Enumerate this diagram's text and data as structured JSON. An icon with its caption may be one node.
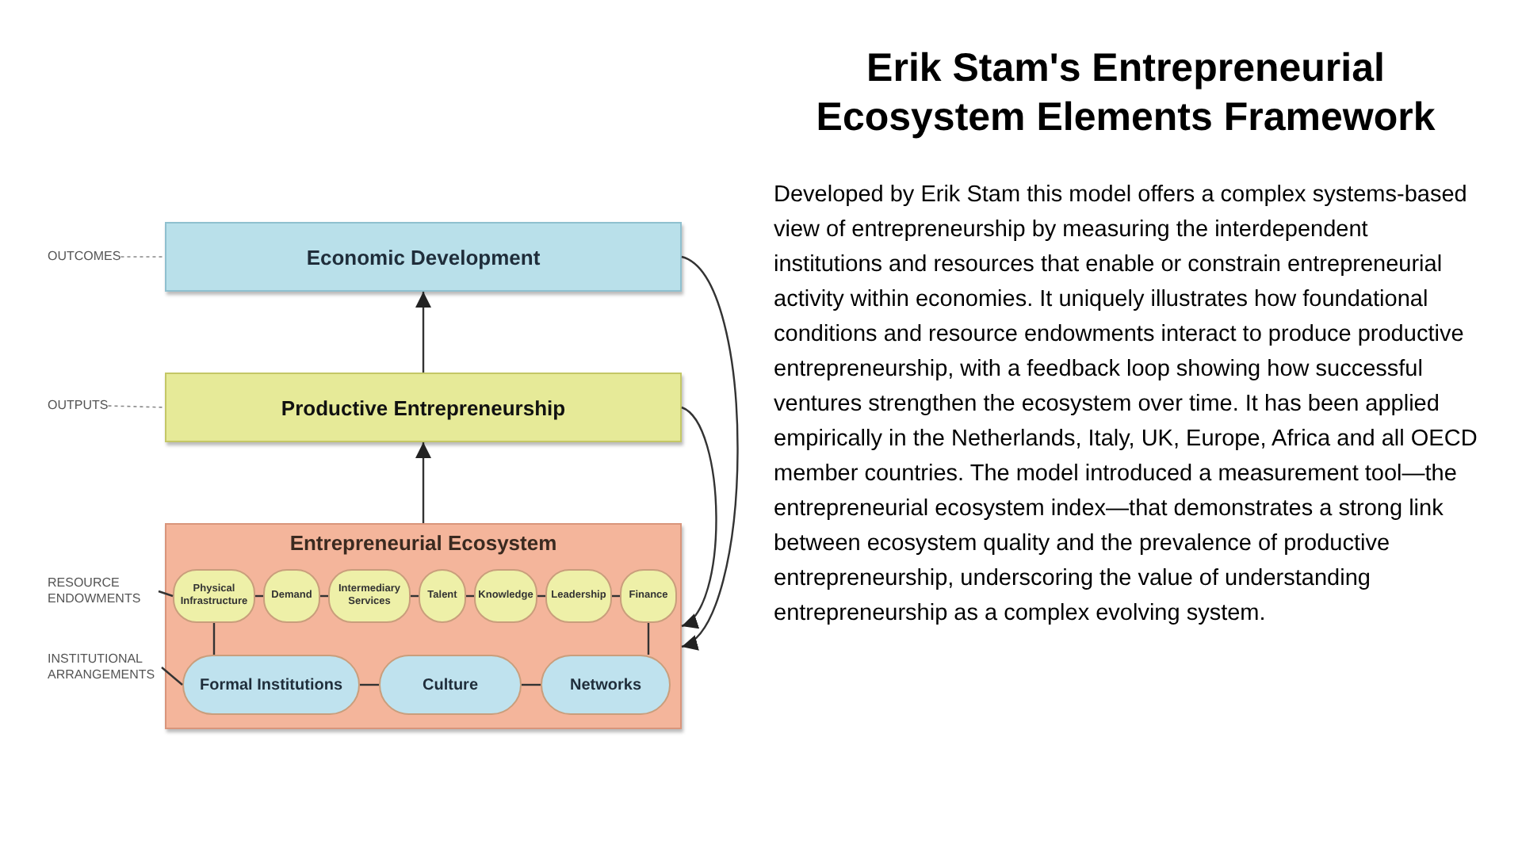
{
  "diagram": {
    "title": "Erik Stam's Entrepreneurial Ecosystem Elements Framework",
    "caption": "Developed by Erik Stam this model offers a complex systems-based view of entrepreneurship by measuring the interdependent institutions and resources that enable or constrain entrepreneurial activity within economies. It uniquely illustrates how foundational conditions and resource endowments interact to produce productive entrepreneurship, with a feedback loop showing how successful ventures strengthen the ecosystem over time. It has been applied empirically in the Netherlands, Italy, UK, Europe, Africa and all OECD member countries. The model introduced a measurement tool—the entrepreneurial ecosystem index—that demonstrates a strong link between ecosystem quality and the prevalence of productive entrepreneurship, underscoring the value of understanding entrepreneurship as a complex evolving system.",
    "nodes": [
      {
        "text": [
          "OUTCOMES"
        ]
      },
      {
        "text": [
          "Economic Development"
        ]
      },
      {
        "text": [
          "OUTPUTS"
        ]
      },
      {
        "text": [
          "Productive Entrepreneurship"
        ]
      },
      {
        "text": [
          "Entrepreneurial Ecosystem"
        ]
      },
      {
        "text": [
          "Physical Infrastructure"
        ],
        "in": 4
      },
      {
        "text": [
          "Demand"
        ],
        "in": 4
      },
      {
        "text": [
          "Intermediary Services"
        ],
        "in": 4
      },
      {
        "text": [
          "Talent"
        ],
        "in": 4
      },
      {
        "text": [
          "Knowledge"
        ],
        "in": 4
      },
      {
        "text": [
          "Leadership"
        ],
        "in": 4
      },
      {
        "text": [
          "Finance"
        ],
        "in": 4
      },
      {
        "text": [
          "Formal Institutions"
        ],
        "in": 4
      },
      {
        "text": [
          "Culture"
        ],
        "in": 4
      },
      {
        "text": [
          "Networks"
        ],
        "in": 4
      },
      {
        "text": [
          "RESOURCE ENDOWMENTS"
        ]
      },
      {
        "text": [
          "INSTITUTIONAL ARRANGEMENTS"
        ]
      }
    ],
    "edges": [
      {
        "from": 0,
        "to": 1,
        "arrow": "none",
        "style": "dashed"
      },
      {
        "from": 2,
        "to": 3,
        "arrow": "none",
        "style": "dashed"
      },
      {
        "from": 3,
        "to": 1,
        "arrow": "to"
      },
      {
        "from": 4,
        "to": 3,
        "arrow": "to"
      },
      {
        "from": 1,
        "to": 4,
        "arrow": "to"
      },
      {
        "from": 3,
        "to": 4,
        "arrow": "to"
      },
      {
        "from": 5,
        "to": 6,
        "arrow": "none"
      },
      {
        "from": 6,
        "to": 7,
        "arrow": "none"
      },
      {
        "from": 7,
        "to": 8,
        "arrow": "none"
      },
      {
        "from": 8,
        "to": 9,
        "arrow": "none"
      },
      {
        "from": 9,
        "to": 10,
        "arrow": "none"
      },
      {
        "from": 10,
        "to": 11,
        "arrow": "none"
      },
      {
        "from": 5,
        "to": 12,
        "arrow": "none"
      },
      {
        "from": 11,
        "to": 14,
        "arrow": "none"
      },
      {
        "from": 12,
        "to": 13,
        "arrow": "none"
      },
      {
        "from": 13,
        "to": 14,
        "arrow": "none"
      },
      {
        "from": 15,
        "to": 5,
        "arrow": "none"
      },
      {
        "from": 16,
        "to": 12,
        "arrow": "none"
      }
    ]
  }
}
